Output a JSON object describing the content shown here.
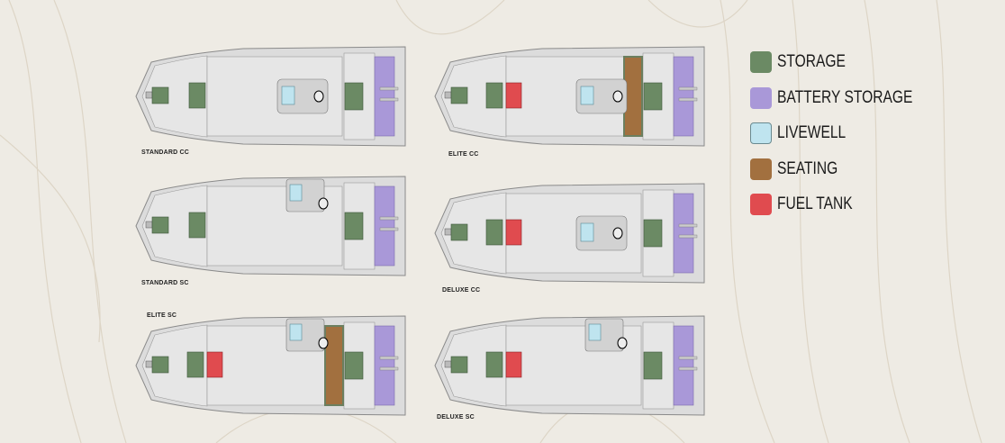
{
  "colors": {
    "storage": "#6b8a64",
    "battery": "#a998d8",
    "livewell": "#bfe4ef",
    "seating": "#a2703f",
    "fuel": "#e04b4f",
    "hull": "#dcdcdc",
    "deck": "#e6e6e6",
    "background": "#eeebe4"
  },
  "legend": [
    {
      "label": "STORAGE",
      "color": "#6b8a64"
    },
    {
      "label": "BATTERY STORAGE",
      "color": "#a998d8"
    },
    {
      "label": "LIVEWELL",
      "color": "#bfe4ef"
    },
    {
      "label": "SEATING",
      "color": "#a2703f"
    },
    {
      "label": "FUEL TANK",
      "color": "#e04b4f"
    }
  ],
  "boats": [
    {
      "label": "STANDARD CC",
      "console": "center",
      "fuel_tank": false,
      "seating": false
    },
    {
      "label": "ELITE CC",
      "console": "center",
      "fuel_tank": true,
      "seating": true
    },
    {
      "label": "STANDARD SC",
      "console": "side",
      "fuel_tank": false,
      "seating": false
    },
    {
      "label": "DELUXE CC",
      "console": "center",
      "fuel_tank": true,
      "seating": false
    },
    {
      "label": "ELITE SC",
      "console": "side",
      "fuel_tank": true,
      "seating": true
    },
    {
      "label": "DELUXE SC",
      "console": "side",
      "fuel_tank": true,
      "seating": false
    }
  ]
}
